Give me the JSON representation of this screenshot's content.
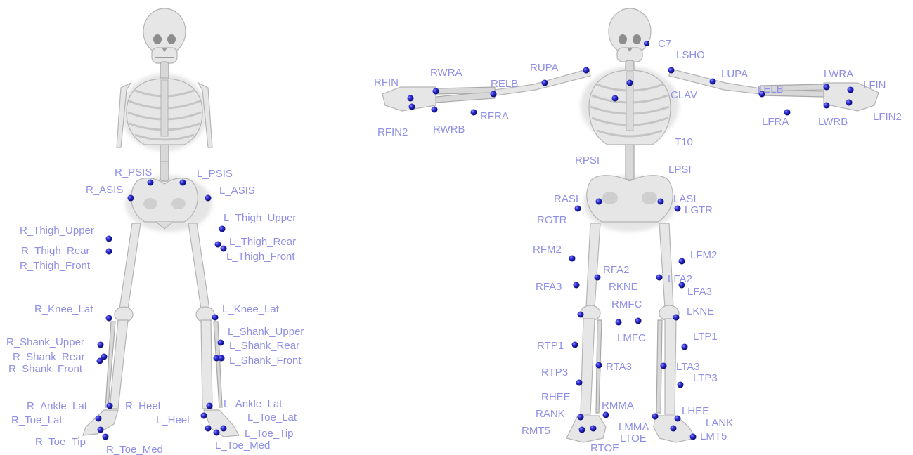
{
  "colors": {
    "label": "#8f8fe6",
    "marker": "#1e1eb4",
    "bone": "#e6e6e6",
    "background": "#ffffff"
  },
  "left_model": {
    "markers": {
      "R_PSIS": "R_PSIS",
      "L_PSIS": "L_PSIS",
      "R_ASIS": "R_ASIS",
      "L_ASIS": "L_ASIS",
      "L_Thigh_Upper": "L_Thigh_Upper",
      "R_Thigh_Upper": "R_Thigh_Upper",
      "L_Thigh_Rear": "L_Thigh_Rear",
      "R_Thigh_Rear": "R_Thigh_Rear",
      "L_Thigh_Front": "L_Thigh_Front",
      "R_Thigh_Front": "R_Thigh_Front",
      "R_Knee_Lat": "R_Knee_Lat",
      "L_Knee_Lat": "L_Knee_Lat",
      "L_Shank_Upper": "L_Shank_Upper",
      "R_Shank_Upper": "R_Shank_Upper",
      "L_Shank_Rear": "L_Shank_Rear",
      "R_Shank_Rear": "R_Shank_Rear",
      "L_Shank_Front": "L_Shank_Front",
      "R_Shank_Front": "R_Shank_Front",
      "R_Ankle_Lat": "R_Ankle_Lat",
      "R_Heel": "R_Heel",
      "L_Ankle_Lat": "L_Ankle_Lat",
      "R_Toe_Lat": "R_Toe_Lat",
      "L_Heel": "L_Heel",
      "L_Toe_Lat": "L_Toe_Lat",
      "R_Toe_Tip": "R_Toe_Tip",
      "L_Toe_Tip": "L_Toe_Tip",
      "R_Toe_Med": "R_Toe_Med",
      "L_Toe_Med": "L_Toe_Med"
    }
  },
  "right_model": {
    "markers": {
      "C7": "C7",
      "LSHO": "LSHO",
      "RUPA": "RUPA",
      "LUPA": "LUPA",
      "RWRA": "RWRA",
      "LWRA": "LWRA",
      "RFIN": "RFIN",
      "LFIN": "LFIN",
      "RELB": "RELB",
      "LELB": "LELB",
      "CLAV": "CLAV",
      "RFIN2": "RFIN2",
      "RWRB": "RWRB",
      "RFRA": "RFRA",
      "LFRA": "LFRA",
      "LWRB": "LWRB",
      "LFIN2": "LFIN2",
      "T10": "T10",
      "RPSI": "RPSI",
      "LPSI": "LPSI",
      "RASI": "RASI",
      "LASI": "LASI",
      "RGTR": "RGTR",
      "LGTR": "LGTR",
      "RFM2": "RFM2",
      "LFM2": "LFM2",
      "RFA2": "RFA2",
      "LFA2": "LFA2",
      "RFA3": "RFA3",
      "RKNE": "RKNE",
      "LFA3": "LFA3",
      "RMFC": "RMFC",
      "LKNE": "LKNE",
      "RTP1": "RTP1",
      "LMFC": "LMFC",
      "LTP1": "LTP1",
      "RTP3": "RTP3",
      "RTA3": "RTA3",
      "LTA3": "LTA3",
      "LTP3": "LTP3",
      "RHEE": "RHEE",
      "RMMA": "RMMA",
      "LHEE": "LHEE",
      "RANK": "RANK",
      "LANK": "LANK",
      "RMT5": "RMT5",
      "LMMA": "LMMA",
      "LTOE": "LTOE",
      "LMT5": "LMT5",
      "RTOE": "RTOE"
    }
  }
}
